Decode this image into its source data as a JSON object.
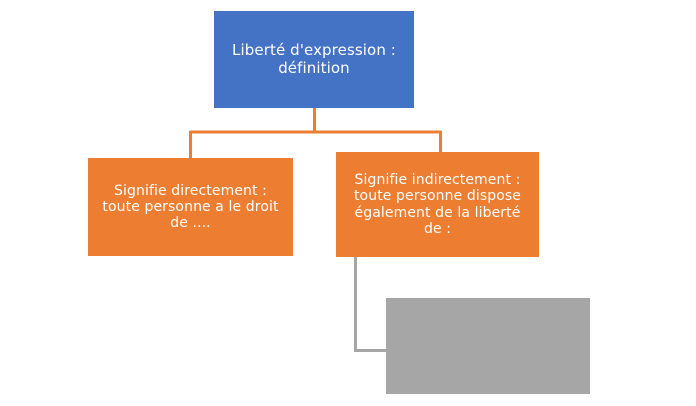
{
  "diagram": {
    "title_node": {
      "label": "Liberté d'expression : définition",
      "line1": "Liberté d'expression :",
      "line2": "définition",
      "color": "#4472C4"
    },
    "branch_left": {
      "label": "Signifie directement : toute personne a le droit de ....",
      "line1": "Signifie directement :",
      "line2": "toute personne a le droit",
      "line3": "de ....",
      "color": "#ED7D31"
    },
    "branch_right": {
      "label": "Signifie indirectement : toute personne dispose également de la liberté de :",
      "line1": "Signifie indirectement :",
      "line2": "toute personne dispose",
      "line3": "également de la liberté",
      "line4": "de :",
      "color": "#ED7D31"
    },
    "placeholder_node": {
      "label": "",
      "color": "#A6A6A6"
    },
    "connectors": {
      "root_to_branches_color": "#ED7D31",
      "branch_to_placeholder_color": "#A6A6A6"
    },
    "background_color": "#FFFFFF"
  }
}
